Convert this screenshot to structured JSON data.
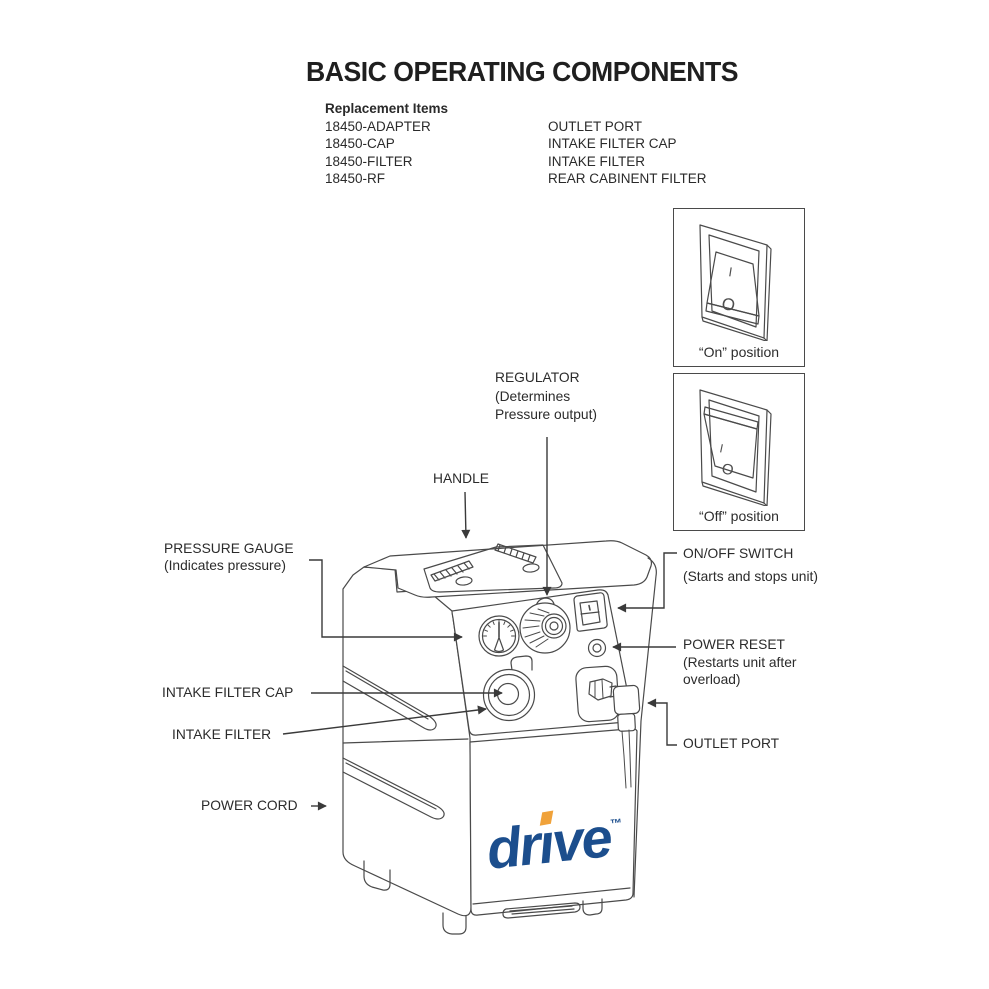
{
  "title": "BASIC OPERATING COMPONENTS",
  "replacement_items": {
    "heading": "Replacement Items",
    "rows": [
      {
        "code": "18450-ADAPTER",
        "name": "OUTLET PORT"
      },
      {
        "code": "18450-CAP",
        "name": "INTAKE FILTER CAP"
      },
      {
        "code": "18450-FILTER",
        "name": "INTAKE FILTER"
      },
      {
        "code": "18450-RF",
        "name": "REAR CABINENT FILTER"
      }
    ]
  },
  "switch_panels": {
    "on": {
      "caption": "“On” position",
      "mark_top": "I",
      "mark_bottom": "O"
    },
    "off": {
      "caption": "“Off” position",
      "mark_top": "I",
      "mark_bottom": "O"
    }
  },
  "labels": {
    "regulator": {
      "line1": "REGULATOR",
      "line2": "(Determines",
      "line3": "Pressure output)"
    },
    "handle": {
      "line1": "HANDLE"
    },
    "pressure_gauge": {
      "line1": "PRESSURE GAUGE",
      "line2": "(Indicates pressure)"
    },
    "intake_filter_cap": {
      "line1": "INTAKE FILTER CAP"
    },
    "intake_filter": {
      "line1": "INTAKE FILTER"
    },
    "power_cord": {
      "line1": "POWER CORD"
    },
    "on_off_switch": {
      "line1": "ON/OFF SWITCH",
      "line2": "(Starts and stops unit)"
    },
    "power_reset": {
      "line1": "POWER RESET",
      "line2": "(Restarts unit after",
      "line3": "overload)"
    },
    "outlet_port": {
      "line1": "OUTLET PORT"
    }
  },
  "logo": {
    "brand": "drive",
    "pre": "dr",
    "i": "ı",
    "post": "ve",
    "trademark": "™",
    "blue": "#1c4e8d",
    "orange": "#f0a23a"
  }
}
